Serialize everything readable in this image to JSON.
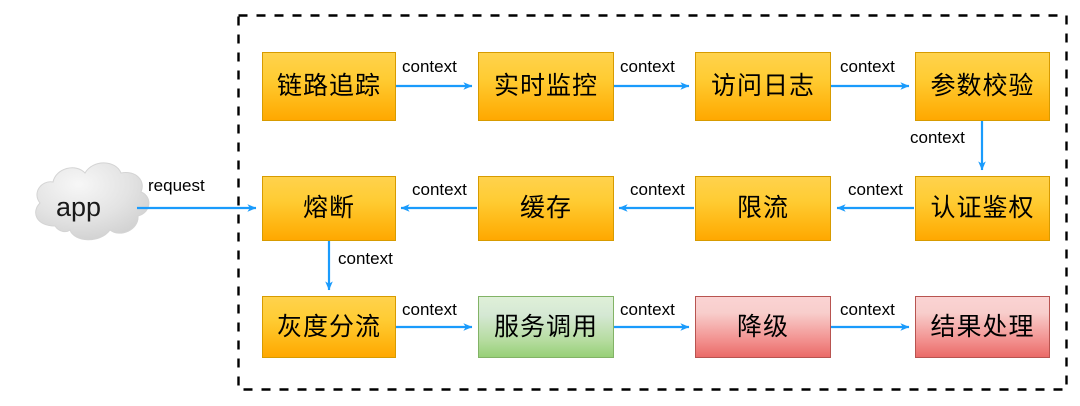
{
  "diagram": {
    "title": "request-processing-pipeline",
    "boundary": {
      "style": "dashed",
      "color": "#000000"
    },
    "colors": {
      "orange_fill": "#ffcc33",
      "orange_stroke": "#d79b00",
      "green_fill": "#d5e8d4",
      "green_stroke": "#82b366",
      "red_fill": "#f8cecc",
      "red_stroke": "#b85450",
      "arrow": "#1a9bfc",
      "cloud_fill": "#e6e6e6",
      "text": "#000000"
    },
    "external": {
      "cloud_label": "app"
    },
    "rows": [
      {
        "direction": "left-to-right",
        "nodes": [
          {
            "label": "链路追踪",
            "color": "orange"
          },
          {
            "label": "实时监控",
            "color": "orange"
          },
          {
            "label": "访问日志",
            "color": "orange"
          },
          {
            "label": "参数校验",
            "color": "orange"
          }
        ]
      },
      {
        "direction": "right-to-left",
        "nodes": [
          {
            "label": "熔断",
            "color": "orange"
          },
          {
            "label": "缓存",
            "color": "orange"
          },
          {
            "label": "限流",
            "color": "orange"
          },
          {
            "label": "认证鉴权",
            "color": "orange"
          }
        ]
      },
      {
        "direction": "left-to-right",
        "nodes": [
          {
            "label": "灰度分流",
            "color": "orange"
          },
          {
            "label": "服务调用",
            "color": "green"
          },
          {
            "label": "降级",
            "color": "red"
          },
          {
            "label": "结果处理",
            "color": "red"
          }
        ]
      }
    ],
    "edge_labels": {
      "request": "request",
      "context": "context"
    },
    "edges": [
      {
        "from": "app",
        "to": "熔断",
        "label": "request"
      },
      {
        "from": "链路追踪",
        "to": "实时监控",
        "label": "context"
      },
      {
        "from": "实时监控",
        "to": "访问日志",
        "label": "context"
      },
      {
        "from": "访问日志",
        "to": "参数校验",
        "label": "context"
      },
      {
        "from": "参数校验",
        "to": "认证鉴权",
        "label": "context"
      },
      {
        "from": "认证鉴权",
        "to": "限流",
        "label": "context"
      },
      {
        "from": "限流",
        "to": "缓存",
        "label": "context"
      },
      {
        "from": "缓存",
        "to": "熔断",
        "label": "context"
      },
      {
        "from": "熔断",
        "to": "灰度分流",
        "label": "context"
      },
      {
        "from": "灰度分流",
        "to": "服务调用",
        "label": "context"
      },
      {
        "from": "服务调用",
        "to": "降级",
        "label": "context"
      },
      {
        "from": "降级",
        "to": "结果处理",
        "label": "context"
      }
    ]
  }
}
